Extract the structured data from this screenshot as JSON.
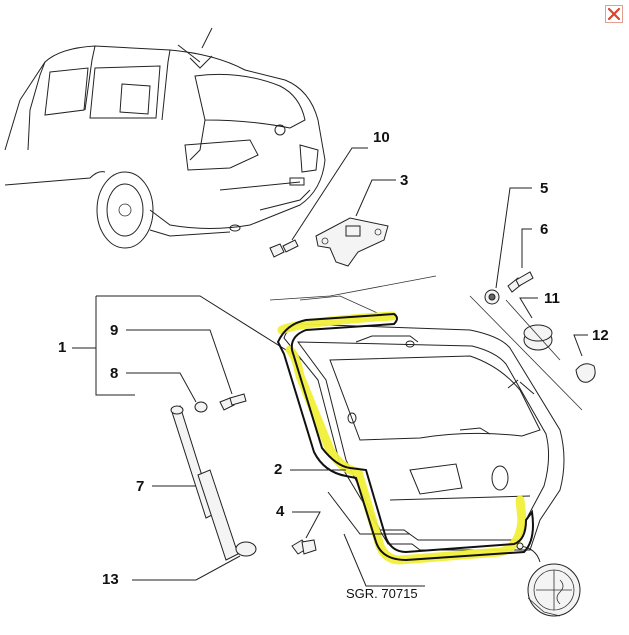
{
  "diagram": {
    "reference_code": "SGR. 70715",
    "callouts": [
      "1",
      "2",
      "3",
      "4",
      "5",
      "6",
      "7",
      "8",
      "9",
      "10",
      "11",
      "12",
      "13"
    ]
  },
  "window": {
    "close_icon": "close-icon",
    "accent": "#d9442c"
  },
  "colors": {
    "highlight": "#f2ef3a",
    "line": "#222222"
  }
}
